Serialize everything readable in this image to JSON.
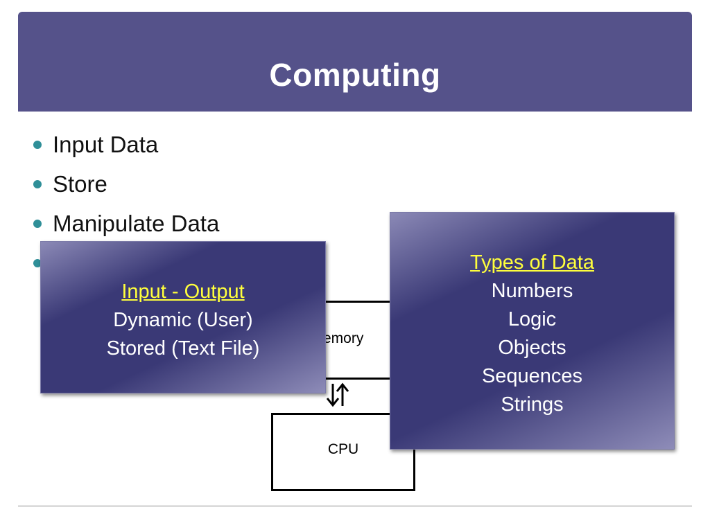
{
  "slide": {
    "title": "Computing",
    "bullets": [
      "Input Data",
      "Store",
      "Manipulate Data",
      ""
    ]
  },
  "diagram": {
    "memory_label": "emory",
    "cpu_label": "CPU",
    "arrows": "↓↑"
  },
  "io_box": {
    "heading": "Input - Output",
    "lines": [
      "Dynamic (User)",
      "Stored (Text File)"
    ]
  },
  "types_box": {
    "heading": "Types of Data",
    "lines": [
      "Numbers",
      "Logic",
      "Objects",
      "Sequences",
      "Strings"
    ]
  },
  "colors": {
    "title_bar": "#55528a",
    "bullet_dot": "#2f8f98",
    "overlay_dark": "#3a3976",
    "heading_yellow": "#ffff3c"
  }
}
